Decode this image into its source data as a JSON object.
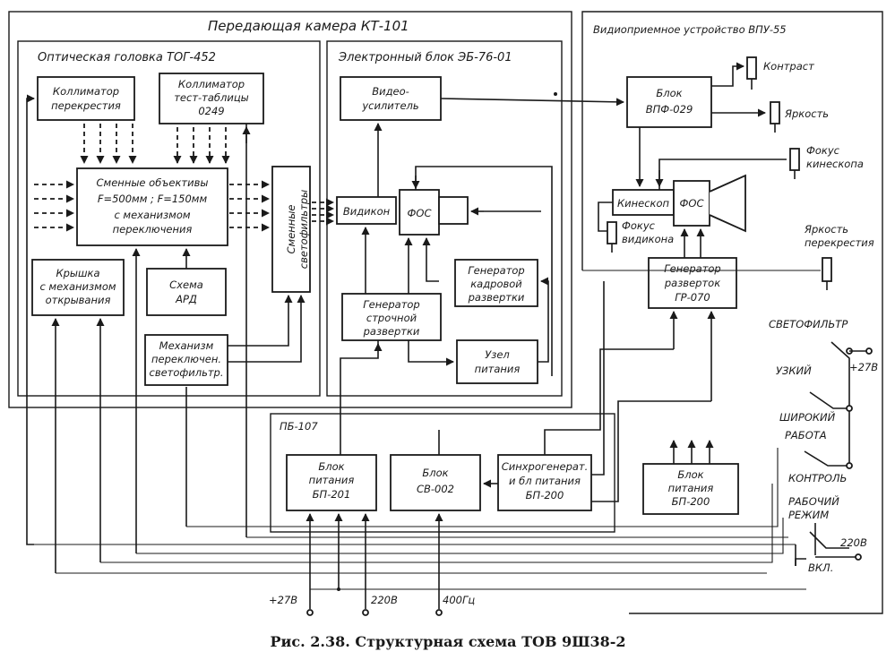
{
  "frames": {
    "camera": "Передающая камера КТ-101",
    "optical_head": "Оптическая головка ТОГ-452",
    "electronic_block": "Электронный блок ЭБ-76-01",
    "receiver": "Видиоприемное устройство ВПУ-55",
    "pb": "ПБ-107"
  },
  "blocks": {
    "collimator_cross": [
      "Коллиматор",
      "перекрестия"
    ],
    "collimator_test": [
      "Коллиматор",
      "тест-таблицы",
      "0249"
    ],
    "lenses": [
      "Сменные объективы",
      "F=500мм ; F=150мм",
      "с механизмом",
      "переключения"
    ],
    "filters": [
      "Сменные",
      "светофильтры"
    ],
    "lid": [
      "Крышка",
      "с механизмом",
      "открывания"
    ],
    "ard": [
      "Схема",
      "АРД"
    ],
    "filter_mech": [
      "Механизм",
      "переключен.",
      "светофильтр."
    ],
    "video_amp": [
      "Видео-",
      "усилитель"
    ],
    "vidicon": "Видикон",
    "fos1": "ФОС",
    "frame_gen": [
      "Генератор",
      "кадровой",
      "развертки"
    ],
    "line_gen": [
      "Генератор",
      "строчной",
      "развертки"
    ],
    "power_node": [
      "Узел",
      "питания"
    ],
    "vpf": [
      "Блок",
      "ВПФ-029"
    ],
    "kinescope": "Кинескоп",
    "fos2": "ФОС",
    "scan_gen": [
      "Генератор",
      "разверток",
      "ГР-070"
    ],
    "bp201": [
      "Блок",
      "питания",
      "БП-201"
    ],
    "sv002": [
      "Блок",
      "СВ-002"
    ],
    "sync": [
      "Синхрогенерат.",
      "и бл питания",
      "БП-200"
    ],
    "bp200": [
      "Блок",
      "питания",
      "БП-200"
    ]
  },
  "controls": {
    "contrast": "Контраст",
    "brightness": "Яркость",
    "focus_kinescope": [
      "Фокус",
      "кинескопа"
    ],
    "focus_vidicon": [
      "Фокус",
      "видикона"
    ],
    "brightness_cross": [
      "Яркость",
      "перекрестия"
    ]
  },
  "switches": {
    "filter": "СВЕТОФИЛЬТР",
    "narrow": "УЗКИЙ",
    "wide": "ШИРОКИЙ",
    "work": "РАБОТА",
    "control": "КОНТРОЛЬ",
    "working_mode": [
      "РАБОЧИЙ",
      "РЕЖИМ"
    ],
    "on": "ВКЛ.",
    "v27_right": "+27В",
    "v220_right": "220В"
  },
  "inputs": {
    "v27": "+27В",
    "v220": "220В",
    "hz400": "400Гц"
  },
  "caption": "Рис. 2.38. Структурная схема ТОВ 9Ш38-2"
}
